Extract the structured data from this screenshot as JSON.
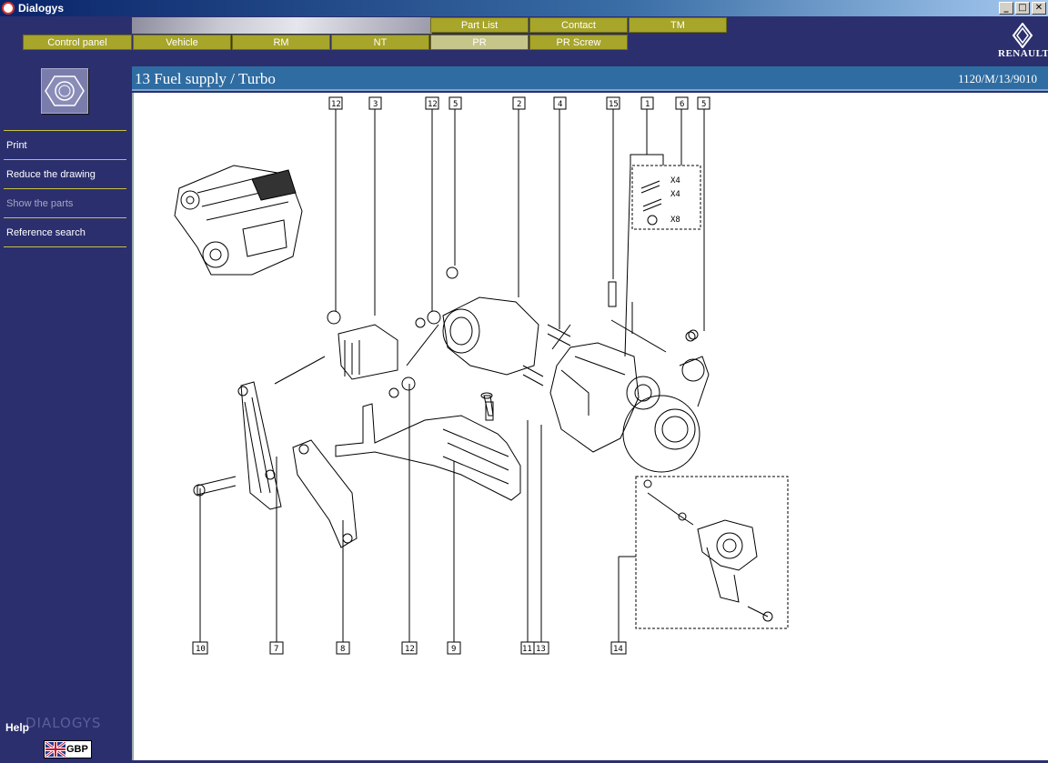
{
  "window": {
    "title": "Dialogys",
    "min": "_",
    "max": "□",
    "close": "✕"
  },
  "nav": {
    "top_row": [
      "Part List",
      "Contact",
      "TM"
    ],
    "bottom_row": [
      "Control panel",
      "Vehicle",
      "RM",
      "NT",
      "PR",
      "PR Screw"
    ],
    "active": "PR"
  },
  "brand": "RENAULT",
  "sidebar": {
    "items": [
      {
        "label": "Print",
        "enabled": true
      },
      {
        "label": "Reduce the drawing",
        "enabled": true
      },
      {
        "label": "Show the parts",
        "enabled": false
      },
      {
        "label": "Reference search",
        "enabled": true
      }
    ],
    "help": "Help",
    "watermark": "DIALOGYS",
    "currency": "GBP"
  },
  "content": {
    "title": "13 Fuel supply / Turbo",
    "reference": "1120/M/13/9010"
  },
  "callouts_top": [
    "12",
    "3",
    "12",
    "5",
    "2",
    "4",
    "15",
    "1",
    "6",
    "5"
  ],
  "callouts_bottom": [
    "10",
    "7",
    "8",
    "12",
    "9",
    "11",
    "13",
    "14"
  ],
  "kit_labels": [
    "X4",
    "X4",
    "X8"
  ],
  "colors": {
    "nav_tab": "#a7a52a",
    "nav_tab_active": "#c6c58a",
    "background": "#2b2f6e",
    "header": "#2f6ca2"
  }
}
